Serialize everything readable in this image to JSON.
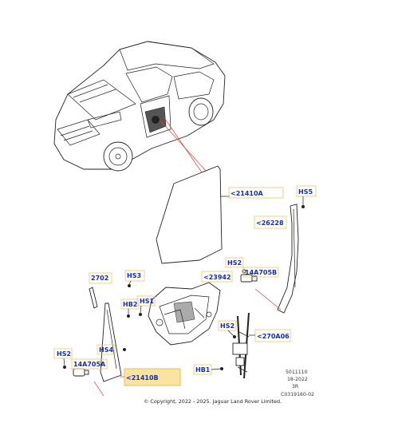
{
  "callouts": {
    "glass_front": "<21410A",
    "hs5": "HS5",
    "run_channel": "<26228",
    "hs2_upper": "HS2",
    "motor_upper": "14A705B",
    "bracket_2702": "2702",
    "hs3": "HS3",
    "carrier": "<23942",
    "hb2": "HB2",
    "hs1": "HS1",
    "hs4": "HS4",
    "hs2_mid": "HS2",
    "regulator": "<270A06",
    "hs2_lower": "HS2",
    "motor_lower": "14A705A",
    "hb1": "HB1",
    "glass_quarter": "<21410B"
  },
  "reference": {
    "line1": "5011110",
    "line2": "18-2022",
    "line3": "3R",
    "line4": "C0319160-02"
  },
  "copyright": "© Copyright, 2022 - 2025. Jaguar Land Rover Limited.",
  "colors": {
    "callout_text": "#1a2ea8",
    "callout_border": "#e7c76a",
    "highlight_fill": "#fbe3a0",
    "leader_red": "#d9403a"
  }
}
